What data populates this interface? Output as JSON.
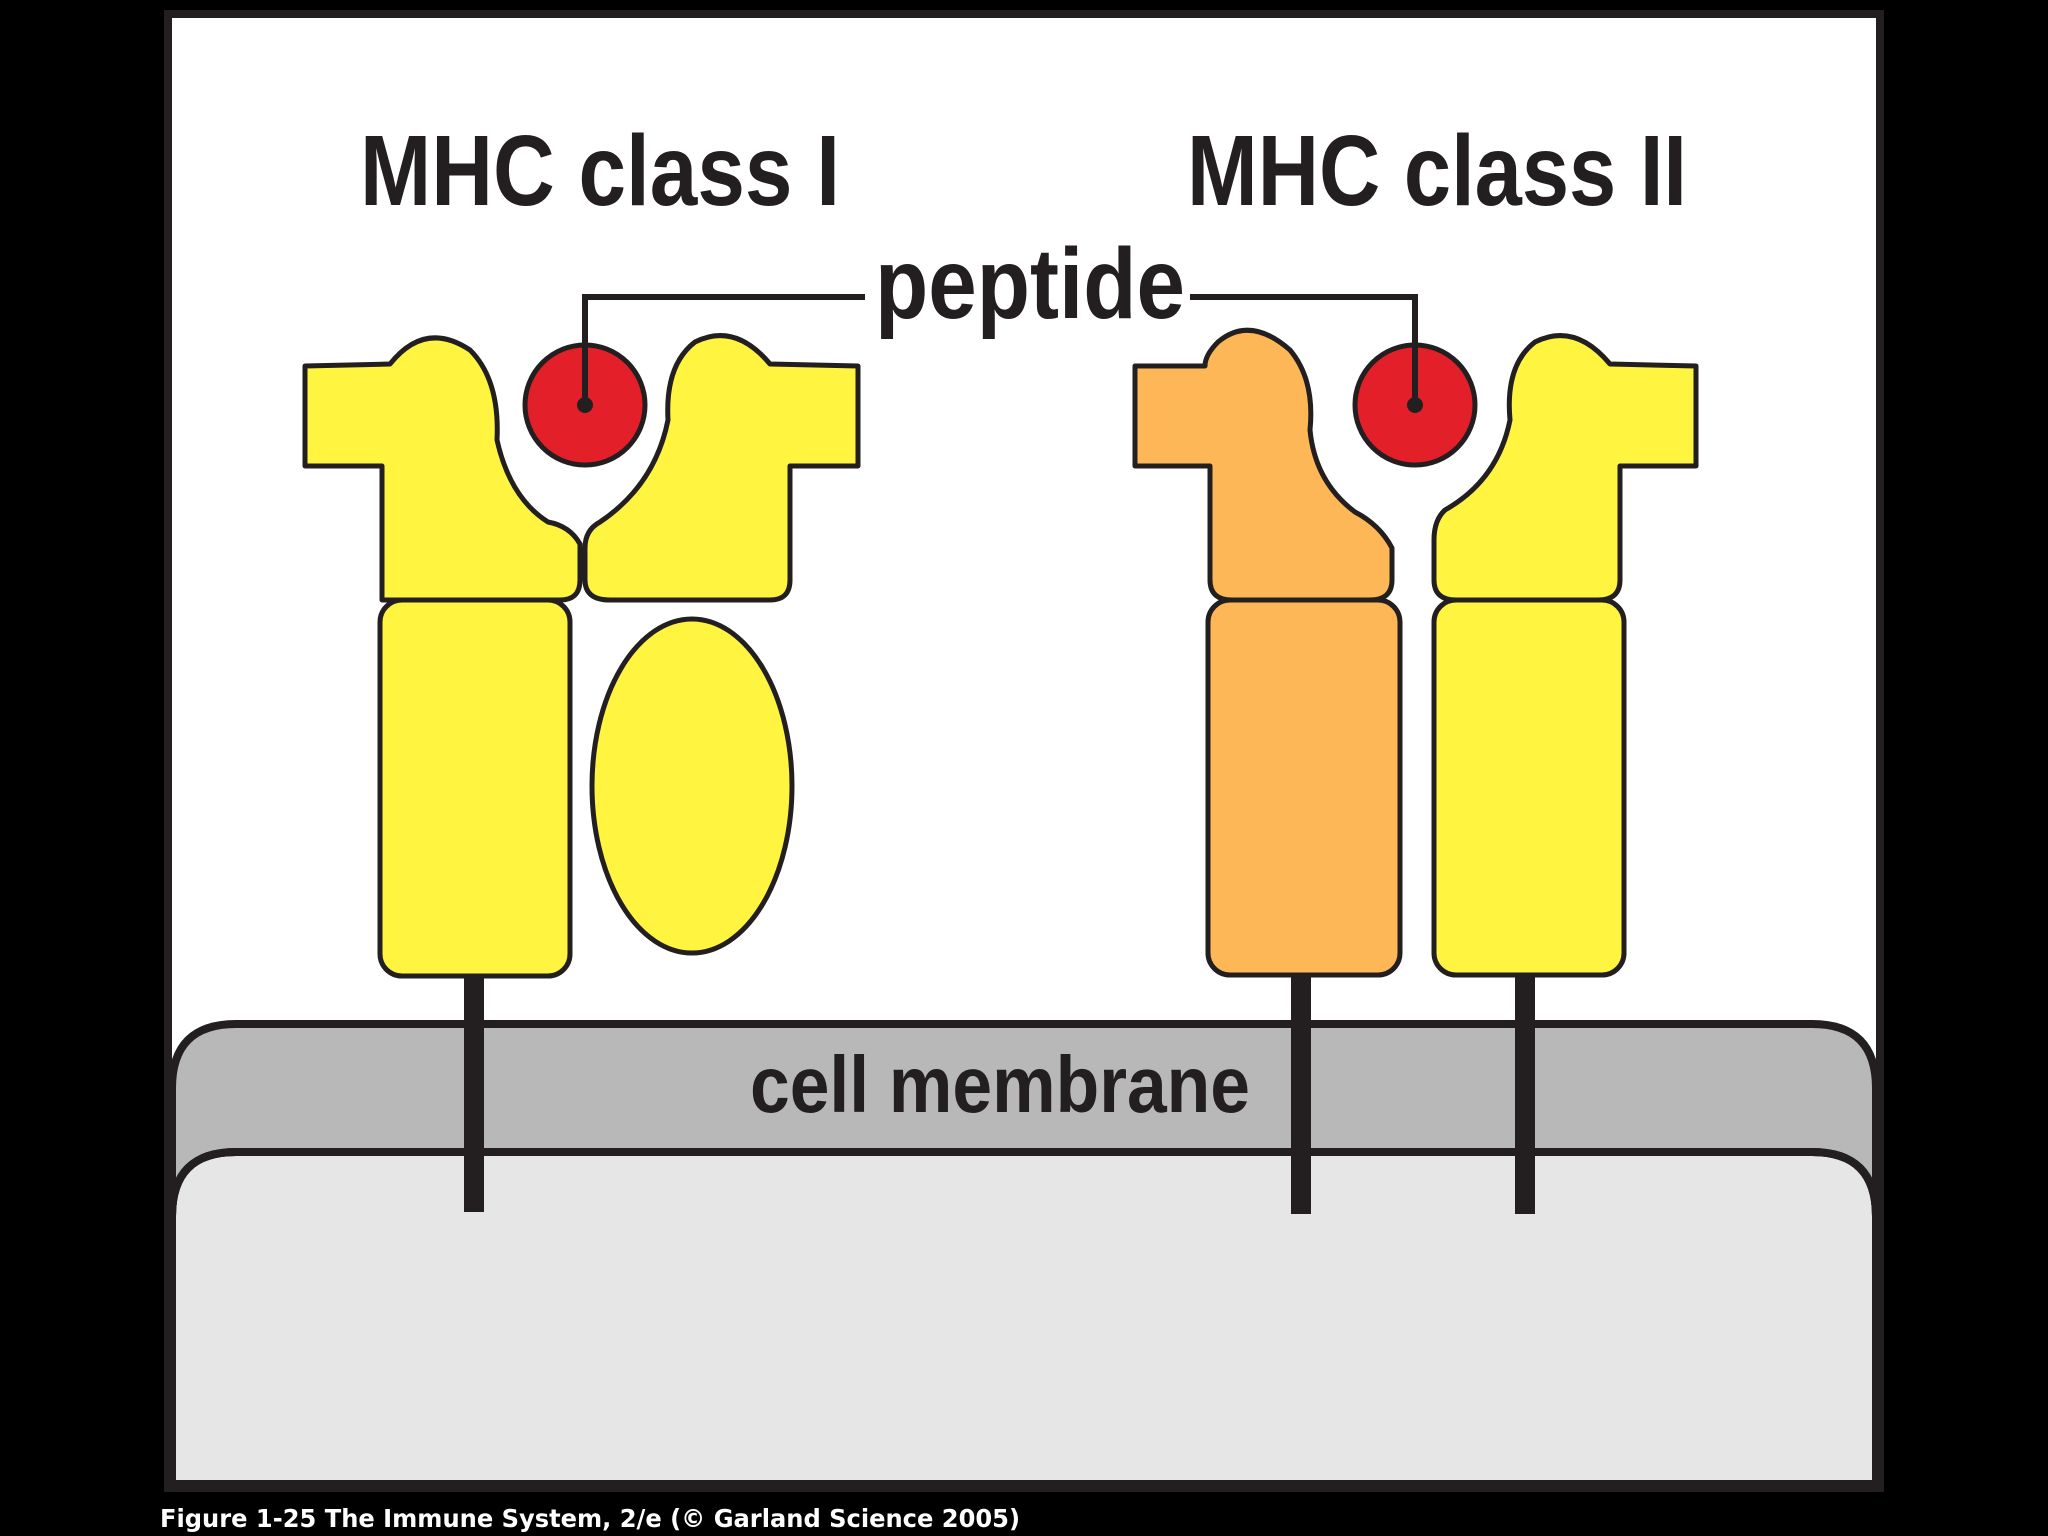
{
  "figure": {
    "labels": {
      "mhc_class_1": "MHC class I",
      "mhc_class_2": "MHC class II",
      "peptide": "peptide",
      "cell_membrane": "cell membrane"
    },
    "caption": "Figure 1-25 The Immune System, 2/e (© Garland Science 2005)"
  },
  "colors": {
    "yellow_domain": "#fff43f",
    "orange_domain": "#fdb756",
    "peptide": "#e3202a",
    "membrane": "#b8b8b8",
    "cytoplasm": "#e6e6e6",
    "outline": "#231f20"
  }
}
